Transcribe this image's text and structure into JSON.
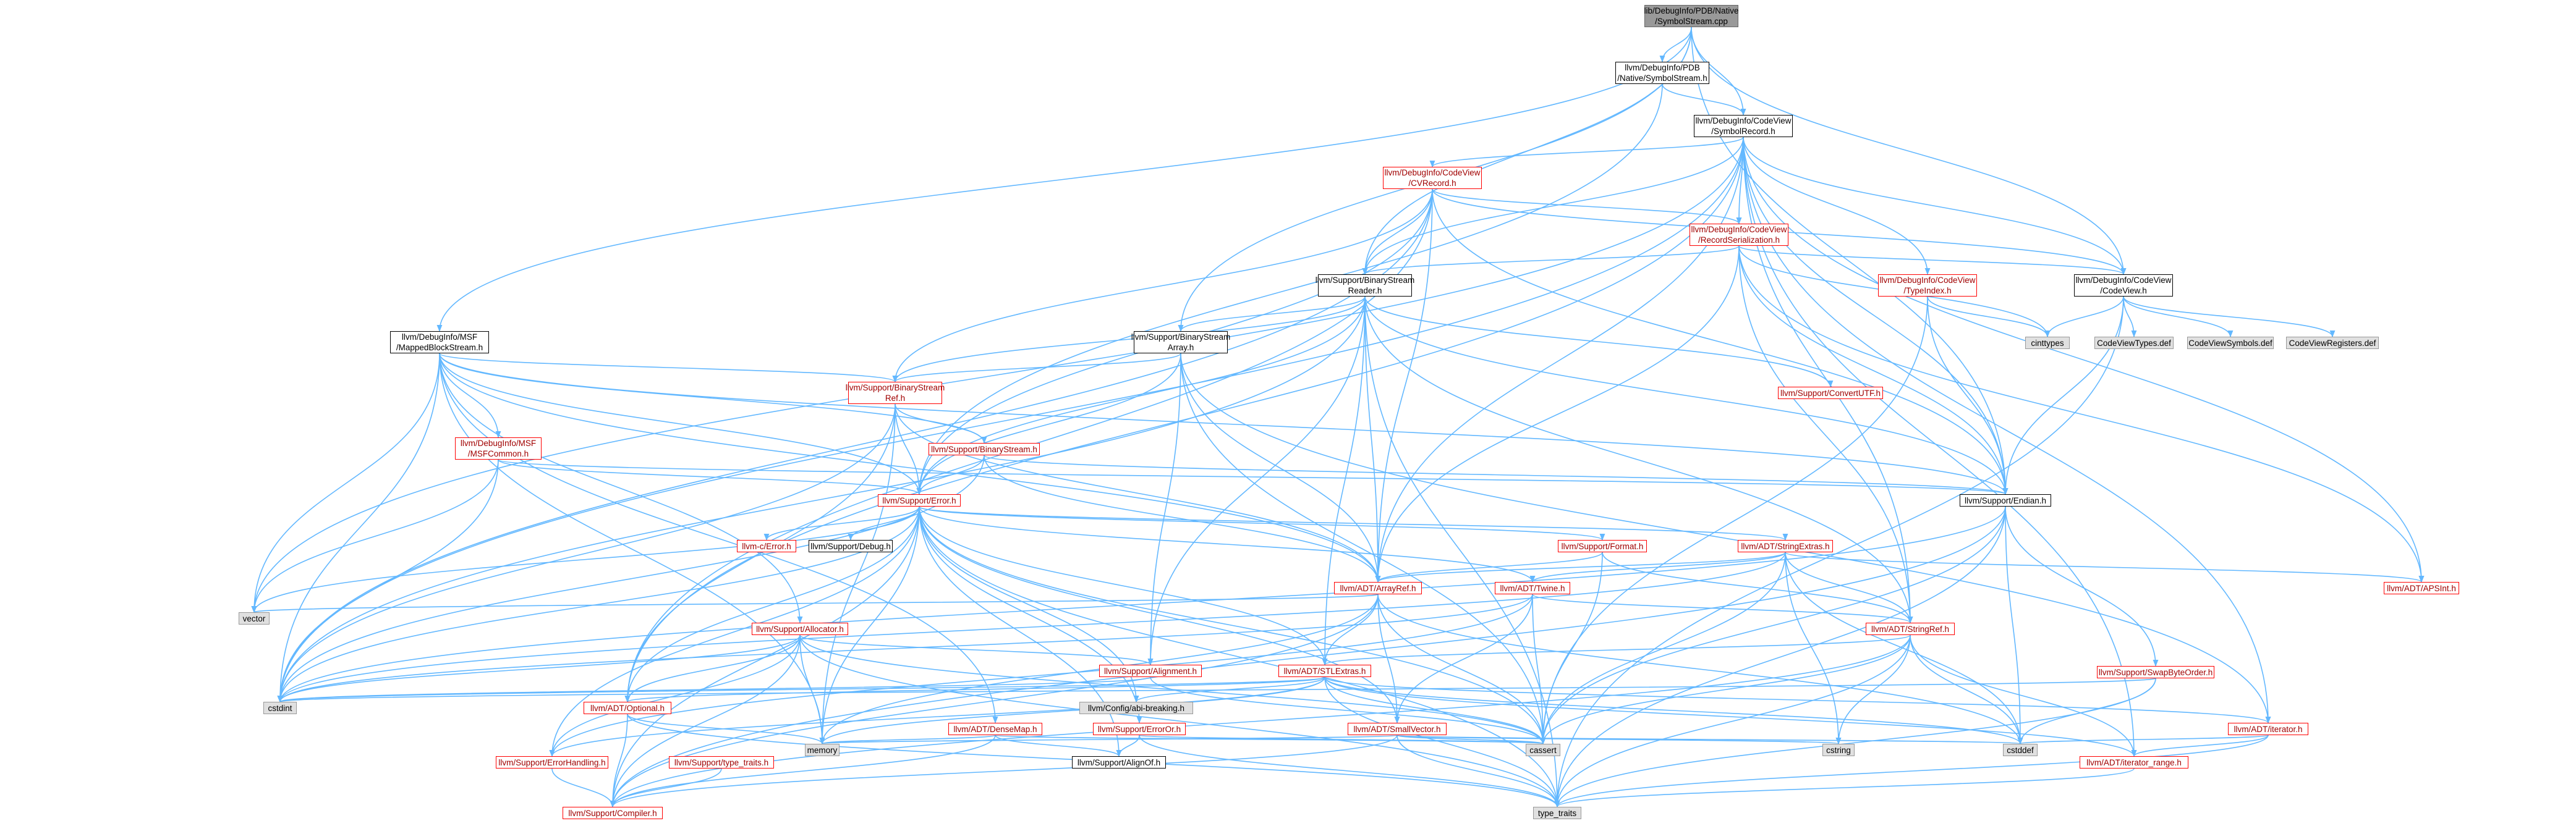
{
  "colors": {
    "edge": "#63b8ff",
    "edge_secondary": "#63b8ff",
    "red_border": "#ff0000",
    "red_text": "#a00000",
    "gray_fill": "#e0e0e0",
    "root_fill": "#999999"
  },
  "nodes": {
    "root": "lib/DebugInfo/PDB/Native\n/SymbolStream.cpp",
    "pdb_symbolstream": "llvm/DebugInfo/PDB\n/Native/SymbolStream.h",
    "cv_symbolrecord": "llvm/DebugInfo/CodeView\n/SymbolRecord.h",
    "cv_cvrecord": "llvm/DebugInfo/CodeView\n/CVRecord.h",
    "cv_recordserialization": "llvm/DebugInfo/CodeView\n/RecordSerialization.h",
    "binarystreamreader": "llvm/Support/BinaryStream\nReader.h",
    "cv_typeindex": "llvm/DebugInfo/CodeView\n/TypeIndex.h",
    "cv_codeview": "llvm/DebugInfo/CodeView\n/CodeView.h",
    "msf_mappedblockstream": "llvm/DebugInfo/MSF\n/MappedBlockStream.h",
    "binarystreamarray": "llvm/Support/BinaryStream\nArray.h",
    "cinttypes": "cinttypes",
    "codeviewtypes": "CodeViewTypes.def",
    "codeviewsymbols": "CodeViewSymbols.def",
    "codeviewregisters": "CodeViewRegisters.def",
    "binarystreamref": "llvm/Support/BinaryStream\nRef.h",
    "convertutf": "llvm/Support/ConvertUTF.h",
    "msf_msfcommon": "llvm/DebugInfo/MSF\n/MSFCommon.h",
    "binarystream": "llvm/Support/BinaryStream.h",
    "endian": "llvm/Support/Endian.h",
    "error": "llvm/Support/Error.h",
    "llvmc_error": "llvm-c/Error.h",
    "debug": "llvm/Support/Debug.h",
    "format": "llvm/Support/Format.h",
    "stringextras": "llvm/ADT/StringExtras.h",
    "apsint": "llvm/ADT/APSInt.h",
    "arrayref": "llvm/ADT/ArrayRef.h",
    "twine": "llvm/ADT/Twine.h",
    "vector": "vector",
    "allocator": "llvm/Support/Allocator.h",
    "stringref": "llvm/ADT/StringRef.h",
    "swapbyteorder": "llvm/Support/SwapByteOrder.h",
    "alignment": "llvm/Support/Alignment.h",
    "stlextras": "llvm/ADT/STLExtras.h",
    "cstdint": "cstdint",
    "optional": "llvm/ADT/Optional.h",
    "configabi": "llvm/Config/abi-breaking.h",
    "densemap": "llvm/ADT/DenseMap.h",
    "erroror": "llvm/Support/ErrorOr.h",
    "smallvector": "llvm/ADT/SmallVector.h",
    "iterator": "llvm/ADT/iterator.h",
    "cstring": "cstring",
    "cstddef": "cstddef",
    "memory": "memory",
    "cassert": "cassert",
    "errorhandling": "llvm/Support/ErrorHandling.h",
    "typetraits_llvm": "llvm/Support/type_traits.h",
    "alignof": "llvm/Support/AlignOf.h",
    "iterator_range": "llvm/ADT/iterator_range.h",
    "compiler": "llvm/Support/Compiler.h",
    "type_traits": "type_traits"
  }
}
